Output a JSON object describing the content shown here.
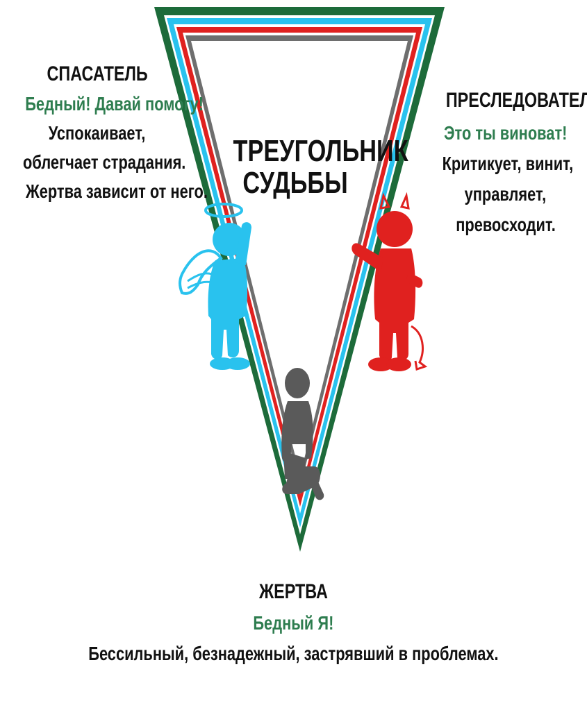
{
  "center_title": {
    "line1": "ТРЕУГОЛЬНИК",
    "line2": "СУДЬБЫ"
  },
  "rescuer": {
    "heading": "СПАСАТЕЛЬ",
    "phrase": "Бедный! Давай помогу!",
    "desc": [
      "Успокаивает,",
      "облегчает страдания.",
      "Жертва зависит от него."
    ],
    "figure": "angel-figure",
    "color": "#29c2ee"
  },
  "persecutor": {
    "heading": "ПРЕСЛЕДОВАТЕЛЬ",
    "phrase": "Это ты виноват!",
    "desc": [
      "Критикует, винит,",
      "управляет,",
      "превосходит."
    ],
    "figure": "devil-figure",
    "color": "#e0211f"
  },
  "victim": {
    "heading": "ЖЕРТВА",
    "phrase": "Бедный Я!",
    "desc": [
      "Бессильный, безнадежный, застрявший в проблемах."
    ],
    "figure": "kneeling-figure",
    "color": "#5a5a5a"
  },
  "colors": {
    "outer_stripe": "#1d6b3a",
    "cyan_stripe": "#29c2ee",
    "red_stripe": "#e0211f",
    "inner_stripe": "#6e6e6e",
    "phrase_text": "#2e7d4f"
  }
}
